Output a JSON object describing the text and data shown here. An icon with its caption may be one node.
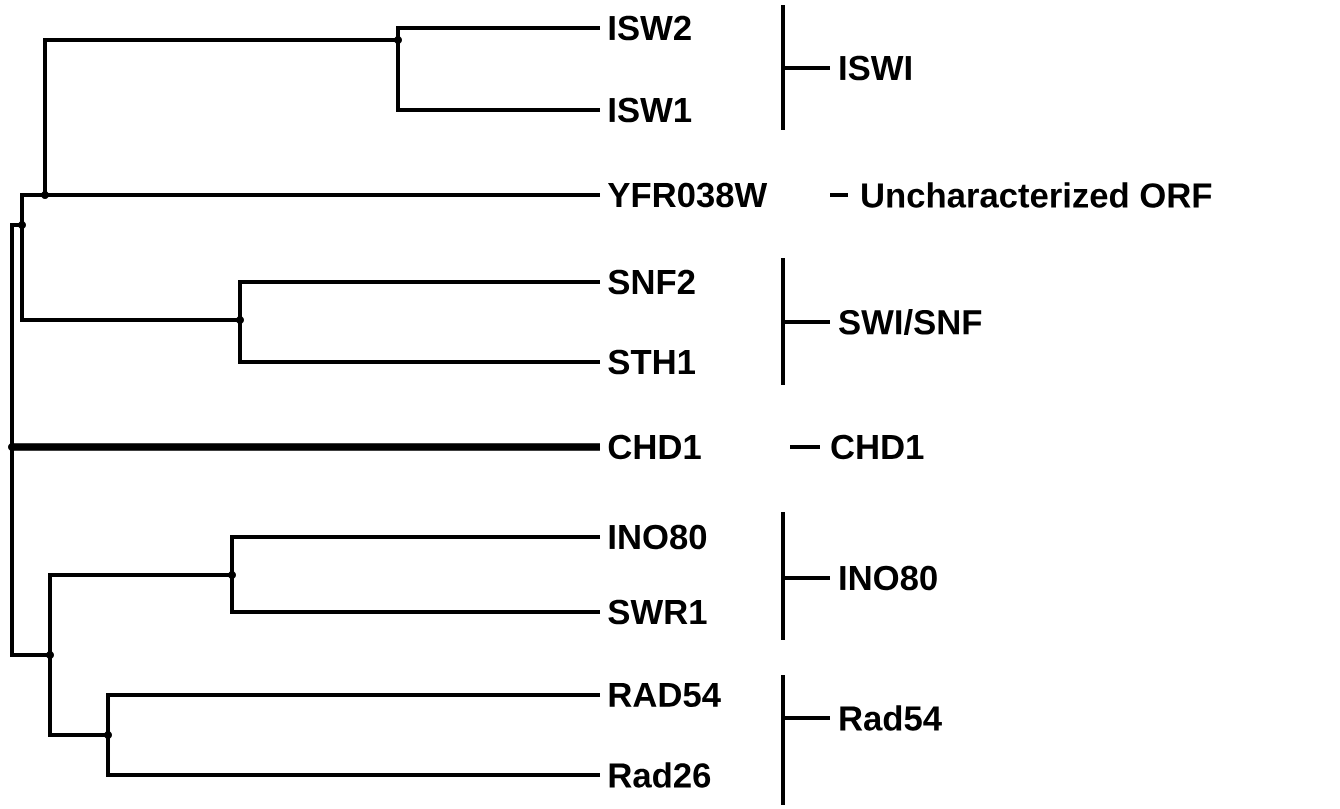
{
  "diagram": {
    "nodes": [
      {
        "text": [],
        "shape": "point"
      },
      {
        "text": [],
        "shape": "point"
      },
      {
        "text": [],
        "shape": "point"
      },
      {
        "text": [],
        "shape": "point"
      },
      {
        "text": [
          "ISW2"
        ]
      },
      {
        "text": [
          "ISW1"
        ]
      },
      {
        "text": [
          "YFR038W"
        ]
      },
      {
        "text": [],
        "shape": "point"
      },
      {
        "text": [
          "SNF2"
        ]
      },
      {
        "text": [
          "STH1"
        ]
      },
      {
        "text": [
          "CHD1"
        ]
      },
      {
        "text": [],
        "shape": "point"
      },
      {
        "text": [],
        "shape": "point"
      },
      {
        "text": [
          "INO80"
        ]
      },
      {
        "text": [
          "SWR1"
        ]
      },
      {
        "text": [],
        "shape": "point"
      },
      {
        "text": [
          "RAD54"
        ]
      },
      {
        "text": [
          "Rad26"
        ]
      }
    ],
    "edges": [
      {
        "from": 0,
        "to": 1,
        "arrow": "none"
      },
      {
        "from": 1,
        "to": 2,
        "arrow": "none"
      },
      {
        "from": 2,
        "to": 3,
        "arrow": "none"
      },
      {
        "from": 3,
        "to": 4,
        "arrow": "none"
      },
      {
        "from": 3,
        "to": 5,
        "arrow": "none"
      },
      {
        "from": 2,
        "to": 6,
        "arrow": "none"
      },
      {
        "from": 1,
        "to": 7,
        "arrow": "none"
      },
      {
        "from": 7,
        "to": 8,
        "arrow": "none"
      },
      {
        "from": 7,
        "to": 9,
        "arrow": "none"
      },
      {
        "from": 0,
        "to": 10,
        "arrow": "none",
        "style": "thick"
      },
      {
        "from": 0,
        "to": 11,
        "arrow": "none"
      },
      {
        "from": 11,
        "to": 12,
        "arrow": "none"
      },
      {
        "from": 12,
        "to": 13,
        "arrow": "none"
      },
      {
        "from": 12,
        "to": 14,
        "arrow": "none"
      },
      {
        "from": 11,
        "to": 15,
        "arrow": "none"
      },
      {
        "from": 15,
        "to": 16,
        "arrow": "none"
      },
      {
        "from": 15,
        "to": 17,
        "arrow": "none"
      }
    ],
    "labels": [
      "ISWI",
      "Uncharacterized ORF",
      "SWI/SNF",
      "CHD1",
      "INO80",
      "Rad54"
    ]
  }
}
